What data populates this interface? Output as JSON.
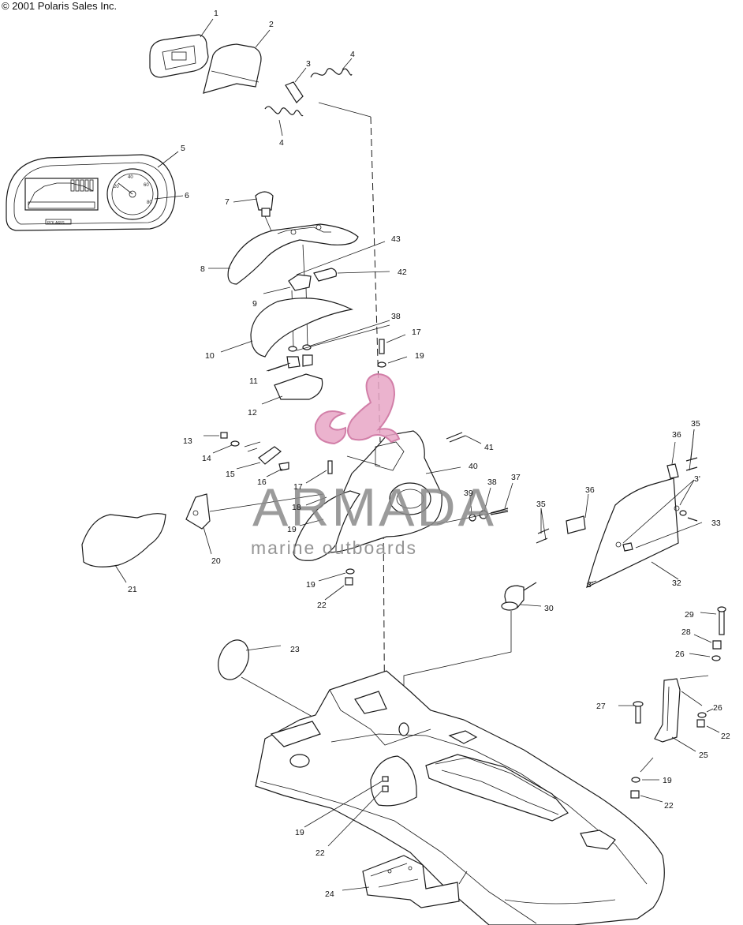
{
  "header": {
    "copyright": "© 2001 Polaris Sales Inc."
  },
  "watermark": {
    "brand": "ARMADA",
    "tagline": "marine outboards"
  },
  "instrument_cluster": {
    "brand_text": "POLARIS"
  },
  "callouts": [
    "1",
    "2",
    "3",
    "4",
    "4",
    "5",
    "6",
    "7",
    "8",
    "43",
    "42",
    "9",
    "38",
    "17",
    "10",
    "19",
    "11",
    "12",
    "13",
    "41",
    "14",
    "36",
    "35",
    "15",
    "40",
    "16",
    "17",
    "38",
    "37",
    "35",
    "36",
    "3'",
    "18",
    "39",
    "33",
    "19",
    "20",
    "32",
    "21",
    "19",
    "30",
    "22",
    "29",
    "28",
    "23",
    "26",
    "27",
    "26",
    "22",
    "25",
    "19",
    "22",
    "19",
    "22",
    "24"
  ],
  "colors": {
    "line": "#1a1a1a",
    "watermark_text": "#8a8a8a",
    "logo_pink": "#e7a6c5"
  }
}
